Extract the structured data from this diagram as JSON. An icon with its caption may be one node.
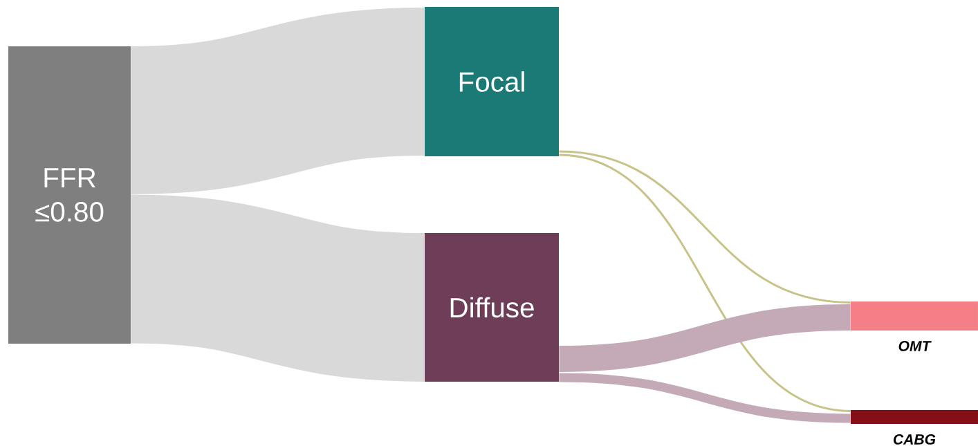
{
  "diagram": {
    "nodes": [
      {
        "text": [
          "FFR ≤0.80"
        ]
      },
      {
        "text": [
          "Focal"
        ]
      },
      {
        "text": [
          "Diffuse"
        ]
      },
      {
        "text": [],
        "shape": "bar",
        "beside": [
          "OMT"
        ]
      },
      {
        "text": [],
        "shape": "bar",
        "beside": [
          "CABG"
        ]
      }
    ],
    "edges": [
      {
        "from": 0,
        "to": 1,
        "arrow": "none",
        "style": "thick",
        "color": "#d9d9d9"
      },
      {
        "from": 0,
        "to": 2,
        "arrow": "none",
        "style": "thick",
        "color": "#d9d9d9"
      },
      {
        "from": 1,
        "to": 3,
        "arrow": "none",
        "color": "#c8c38a"
      },
      {
        "from": 1,
        "to": 4,
        "arrow": "none",
        "color": "#c8c38a"
      },
      {
        "from": 2,
        "to": 3,
        "arrow": "none",
        "style": "thick",
        "color": "#c4aab6"
      },
      {
        "from": 2,
        "to": 4,
        "arrow": "none",
        "color": "#c4aab6"
      }
    ]
  }
}
